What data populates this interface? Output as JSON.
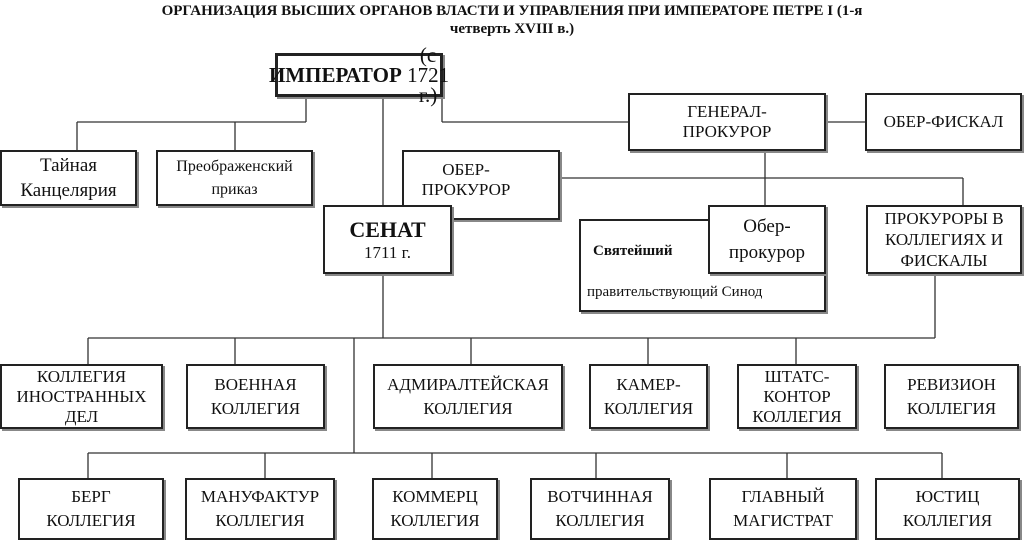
{
  "title": {
    "line1": "ОРГАНИЗАЦИЯ ВЫСШИХ ОРГАНОВ ВЛАСТИ И УПРАВЛЕНИЯ ПРИ ИМПЕРАТОРЕ ПЕТРЕ I (1-я",
    "line2": "четверть XVIII в.)"
  },
  "emperor": {
    "name": "ИМПЕРАТОР",
    "since": "(с 1721 г.)"
  },
  "secret_chancellery": [
    "Тайная",
    "Канцелярия"
  ],
  "preobrazhensky": [
    "Преображенский",
    "приказ"
  ],
  "procurator_general": [
    "ГЕНЕРАЛ-",
    "ПРОКУРОР"
  ],
  "ober_fiscal": "ОБЕР-ФИСКАЛ",
  "senate_ober_procurator": [
    "ОБЕР-",
    "ПРОКУРОР"
  ],
  "senate": {
    "name": "СЕНАТ",
    "year": "1711 г."
  },
  "synod": {
    "top": "Святейший",
    "bottom": "правительствующий Синод",
    "ober_procurator": [
      "Обер-",
      "прокурор"
    ]
  },
  "procurators": [
    "ПРОКУРОРЫ В",
    "КОЛЛЕГИЯХ И",
    "ФИСКАЛЫ"
  ],
  "row1": [
    [
      "КОЛЛЕГИЯ",
      "ИНОСТРАННЫХ",
      "ДЕЛ"
    ],
    [
      "ВОЕННАЯ",
      "КОЛЛЕГИЯ"
    ],
    [
      "АДМИРАЛТЕЙСКАЯ",
      "КОЛЛЕГИЯ"
    ],
    [
      "КАМЕР-",
      "КОЛЛЕГИЯ"
    ],
    [
      "ШТАТС-",
      "КОНТОР",
      "КОЛЛЕГИЯ"
    ],
    [
      "РЕВИЗИОН",
      "КОЛЛЕГИЯ"
    ]
  ],
  "row2": [
    [
      "БЕРГ",
      "КОЛЛЕГИЯ"
    ],
    [
      "МАНУФАКТУР",
      "КОЛЛЕГИЯ"
    ],
    [
      "КОММЕРЦ",
      "КОЛЛЕГИЯ"
    ],
    [
      "ВОТЧИННАЯ",
      "КОЛЛЕГИЯ"
    ],
    [
      "ГЛАВНЫЙ",
      "МАГИСТРАТ"
    ],
    [
      "ЮСТИЦ",
      "КОЛЛЕГИЯ"
    ]
  ]
}
